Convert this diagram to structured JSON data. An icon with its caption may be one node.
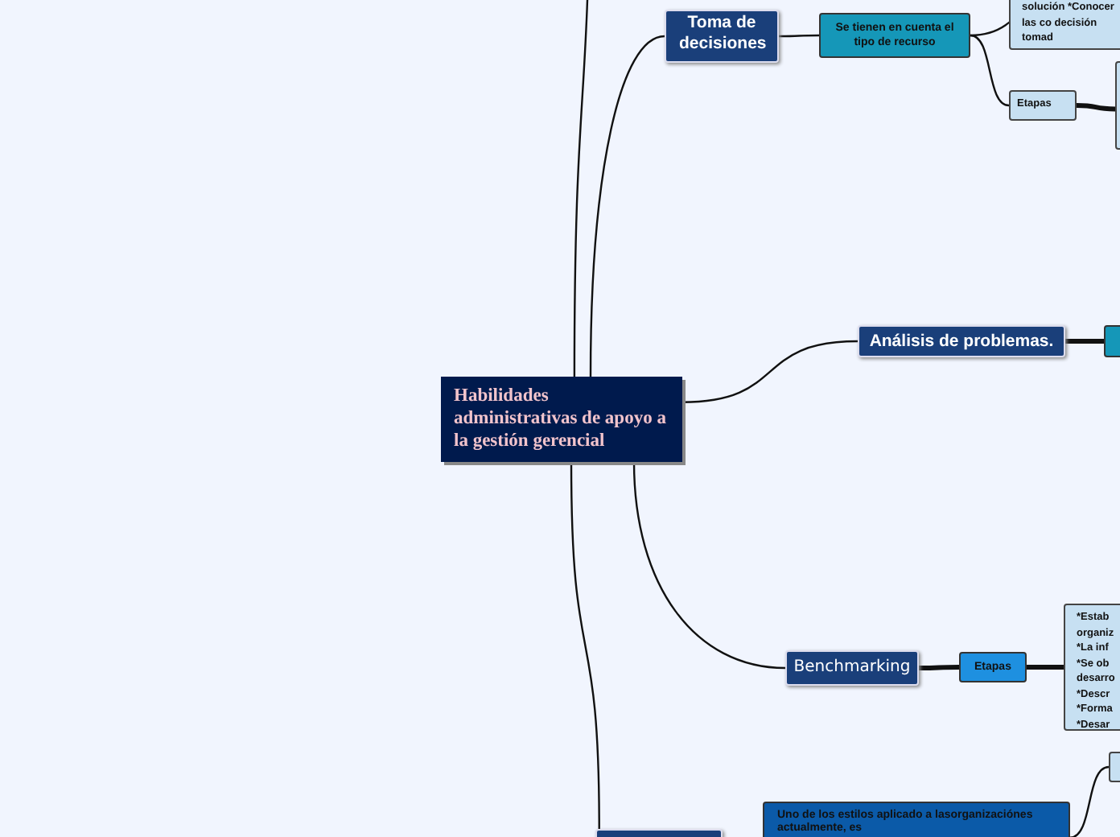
{
  "diagram": {
    "nodes": [
      {
        "text": [
          "Habilidades administrativas de apoyo a la gestión gerencial"
        ]
      },
      {
        "text": [
          "Toma de decisiones"
        ]
      },
      {
        "text": [
          "Se tienen en cuenta el tipo de recurso"
        ]
      },
      {
        "text": [
          "solución *Conocer las co decisión tomad"
        ]
      },
      {
        "text": [
          "Etapas"
        ]
      },
      {
        "text": [],
        "shape": "box"
      },
      {
        "text": [
          "Análisis de problemas."
        ]
      },
      {
        "text": [],
        "shape": "box"
      },
      {
        "text": [
          "Benchmarking"
        ]
      },
      {
        "text": [
          "Etapas"
        ]
      },
      {
        "text": [
          "*Estab organiz *La inf *Se ob desarro *Descr *Forma *Desar"
        ]
      },
      {
        "text": [
          "Uno de los estilos aplicado a lasorganizaciónes actualmente, es"
        ]
      },
      {
        "text": [],
        "shape": "box"
      },
      {
        "text": [],
        "shape": "box"
      }
    ],
    "edges": [
      {
        "from": 0,
        "to": null,
        "arrow": "none"
      },
      {
        "from": 0,
        "to": 1,
        "arrow": "none"
      },
      {
        "from": 1,
        "to": 2,
        "arrow": "none"
      },
      {
        "from": 2,
        "to": 3,
        "arrow": "none"
      },
      {
        "from": 2,
        "to": 4,
        "arrow": "none"
      },
      {
        "from": 4,
        "to": 5,
        "arrow": "none",
        "style": "thick"
      },
      {
        "from": 0,
        "to": 6,
        "arrow": "none"
      },
      {
        "from": 6,
        "to": 7,
        "arrow": "none",
        "style": "thick"
      },
      {
        "from": 0,
        "to": 8,
        "arrow": "none"
      },
      {
        "from": 8,
        "to": 9,
        "arrow": "none",
        "style": "thick"
      },
      {
        "from": 9,
        "to": 10,
        "arrow": "none",
        "style": "thick"
      },
      {
        "from": 0,
        "to": 13,
        "arrow": "none"
      },
      {
        "from": 11,
        "to": 12,
        "arrow": "none"
      }
    ]
  }
}
